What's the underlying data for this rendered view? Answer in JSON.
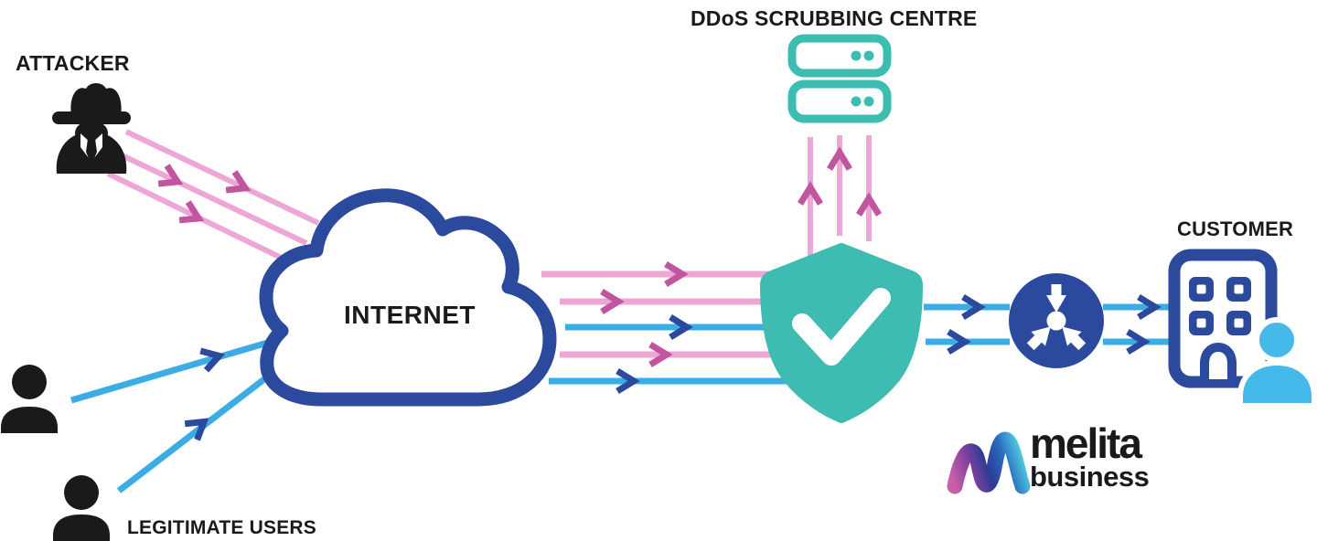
{
  "nodes": {
    "attacker": {
      "label": "ATTACKER",
      "icon": "spy-icon"
    },
    "legitimate_users": {
      "label": "LEGITIMATE USERS",
      "icon": "user-icon"
    },
    "internet": {
      "label": "INTERNET",
      "icon": "cloud-icon"
    },
    "scrubbing_centre": {
      "label": "DDoS SCRUBBING CENTRE",
      "icon": "server-stack-icon"
    },
    "scrubbing_shield": {
      "icon": "shield-check-icon"
    },
    "traffic_aggregator": {
      "icon": "converging-arrows-icon"
    },
    "customer": {
      "label": "CUSTOMER",
      "icon": "office-building-person-icon"
    }
  },
  "logo": {
    "brand": "melita",
    "sub": "business"
  },
  "colors": {
    "attack_traffic_pink": "#EDA6D5",
    "attack_arrowhead_magenta": "#C2559F",
    "clean_traffic_blue": "#3BACE4",
    "clean_arrowhead_navy": "#2B4A9D",
    "infrastructure_navy": "#2B4A9D",
    "scrubbing_teal": "#3FBCB1",
    "customer_person_blue": "#45BAEA",
    "text_black": "#1A1A1A"
  }
}
